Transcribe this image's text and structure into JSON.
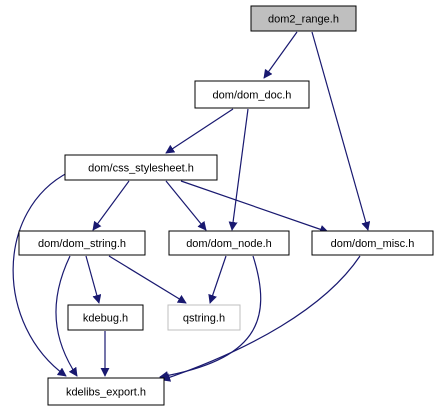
{
  "diagram": {
    "type": "include-dependency-graph",
    "colors": {
      "edge": "#191970",
      "node_border": "#000000",
      "node_fill": "#ffffff",
      "root_fill": "#bfbfbf",
      "external_border": "#bfbfbf"
    },
    "nodes": [
      {
        "id": "dom2_range",
        "label": "dom2_range.h",
        "kind": "root"
      },
      {
        "id": "dom_doc",
        "label": "dom/dom_doc.h",
        "kind": "file"
      },
      {
        "id": "css_stylesheet",
        "label": "dom/css_stylesheet.h",
        "kind": "file"
      },
      {
        "id": "dom_string",
        "label": "dom/dom_string.h",
        "kind": "file"
      },
      {
        "id": "dom_node",
        "label": "dom/dom_node.h",
        "kind": "file"
      },
      {
        "id": "dom_misc",
        "label": "dom/dom_misc.h",
        "kind": "file"
      },
      {
        "id": "kdebug",
        "label": "kdebug.h",
        "kind": "file"
      },
      {
        "id": "qstring",
        "label": "qstring.h",
        "kind": "external"
      },
      {
        "id": "kdelibs_export",
        "label": "kdelibs_export.h",
        "kind": "file"
      }
    ],
    "edges": [
      {
        "from": "dom2_range",
        "to": "dom_doc"
      },
      {
        "from": "dom2_range",
        "to": "dom_misc"
      },
      {
        "from": "dom_doc",
        "to": "css_stylesheet"
      },
      {
        "from": "dom_doc",
        "to": "dom_node"
      },
      {
        "from": "css_stylesheet",
        "to": "dom_string"
      },
      {
        "from": "css_stylesheet",
        "to": "dom_node"
      },
      {
        "from": "css_stylesheet",
        "to": "dom_misc"
      },
      {
        "from": "css_stylesheet",
        "to": "kdelibs_export"
      },
      {
        "from": "dom_string",
        "to": "kdebug"
      },
      {
        "from": "dom_string",
        "to": "qstring"
      },
      {
        "from": "dom_string",
        "to": "kdelibs_export"
      },
      {
        "from": "dom_node",
        "to": "qstring"
      },
      {
        "from": "dom_node",
        "to": "kdelibs_export"
      },
      {
        "from": "dom_misc",
        "to": "kdelibs_export"
      },
      {
        "from": "kdebug",
        "to": "kdelibs_export"
      }
    ]
  }
}
